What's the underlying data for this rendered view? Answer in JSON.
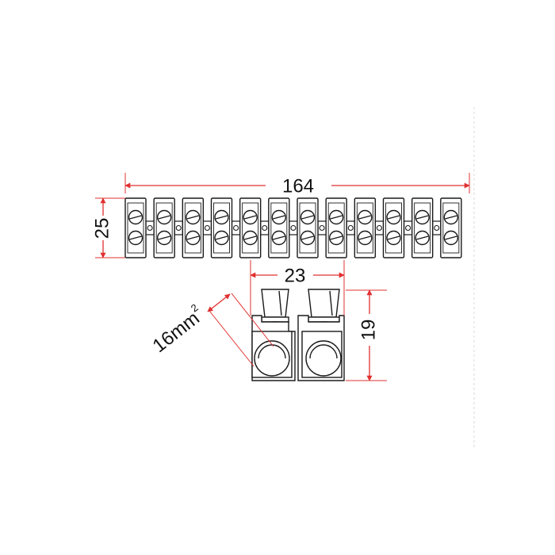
{
  "dimensions": {
    "overall_length": "164",
    "height": "25",
    "pitch": "23",
    "depth": "19",
    "wire_size": "16mm",
    "wire_size_exponent": "2"
  },
  "terminal_count": 12,
  "colors": {
    "dimension_line": "#e03030",
    "outline": "#1a1a1a",
    "text": "#111111"
  }
}
